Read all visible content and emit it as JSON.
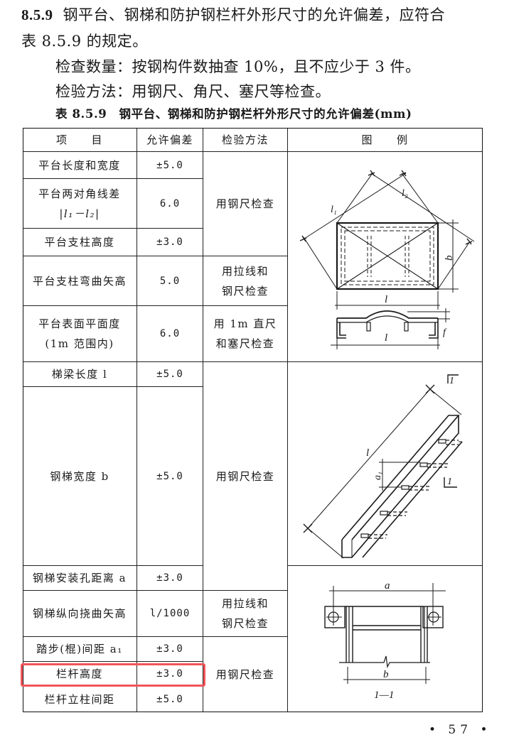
{
  "intro": {
    "section_number": "8.5.9",
    "line1": "钢平台、钢梯和防护钢栏杆外形尺寸的允许偏差，应符合",
    "line2": "表 8.5.9 的规定。",
    "inspection_quantity": "检查数量：按钢构件数抽查 10%，且不应少于 3 件。",
    "inspection_method": "检验方法：用钢尺、角尺、塞尺等检查。"
  },
  "table": {
    "caption": "表 8.5.9　钢平台、钢梯和防护钢栏杆外形尺寸的允许偏差(mm)",
    "headers": [
      "项　　目",
      "允许偏差",
      "检验方法",
      "图　　例"
    ],
    "rows": [
      {
        "item": "平台长度和宽度",
        "tolerance": "±5.0"
      },
      {
        "item": "平台两对角线差",
        "item_sub": "|l₁－l₂|",
        "tolerance": "6.0"
      },
      {
        "item": "平台支柱高度",
        "tolerance": "±3.0"
      },
      {
        "item": "平台支柱弯曲矢高",
        "tolerance": "5.0"
      },
      {
        "item": "平台表面平面度",
        "item_sub": "(1m 范围内)",
        "tolerance": "6.0"
      },
      {
        "item": "梯梁长度 l",
        "tolerance": "±5.0"
      },
      {
        "item": "钢梯宽度 b",
        "tolerance": "±5.0"
      },
      {
        "item": "钢梯安装孔距离 a",
        "tolerance": "±3.0"
      },
      {
        "item": "钢梯纵向挠曲矢高",
        "tolerance": "l/1000"
      },
      {
        "item": "踏步(棍)间距 a₁",
        "tolerance": "±3.0"
      },
      {
        "item": "栏杆高度",
        "tolerance": "±3.0",
        "highlighted": true
      },
      {
        "item": "栏杆立柱间距",
        "tolerance": "±5.0"
      }
    ],
    "methods": [
      {
        "line1": "用钢尺检查"
      },
      {
        "line1": "用拉线和",
        "line2": "钢尺检查"
      },
      {
        "line1": "用 1m 直尺",
        "line2": "和塞尺检查"
      },
      {
        "line1": "用钢尺检查"
      },
      {
        "line1": "用拉线和",
        "line2": "钢尺检查"
      },
      {
        "line1": "用钢尺检查"
      }
    ],
    "figures": {
      "platform": {
        "labels": [
          "l₁",
          "l₂",
          "b",
          "l",
          "f",
          "l"
        ]
      },
      "ladder": {
        "labels": [
          "l",
          "a₁",
          "1",
          "1"
        ]
      },
      "section": {
        "labels": [
          "a",
          "b"
        ],
        "caption": "1—1"
      }
    }
  },
  "highlight_color": "#f1555a",
  "page_number": "• 57 •"
}
